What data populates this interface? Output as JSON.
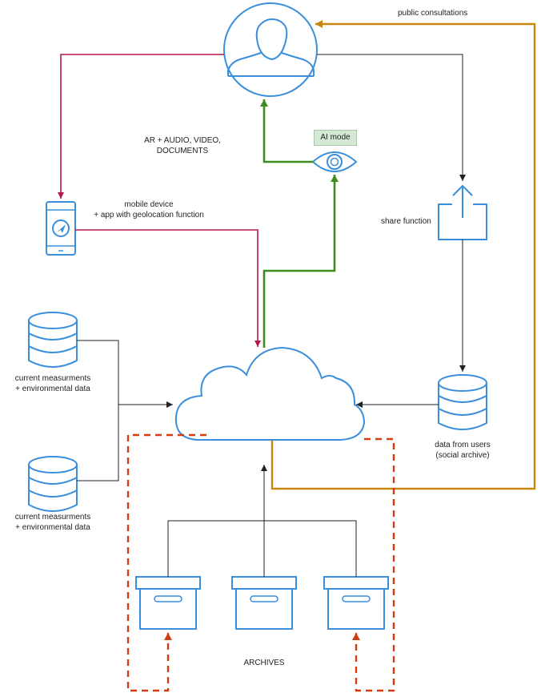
{
  "labels": {
    "public_consultations": "public consultations",
    "ar_audio_line1": "AR + AUDIO, VIDEO,",
    "ar_audio_line2": "DOCUMENTS",
    "ai_mode": "AI mode",
    "mobile_line1": "mobile device",
    "mobile_line2": "+ app with geolocation function",
    "share_function": "share function",
    "measurements_top_line1": "current measurments",
    "measurements_top_line2": "+ environmental data",
    "measurements_bottom_line1": "current measurments",
    "measurements_bottom_line2": "+ environmental data",
    "users_line1": "data from users",
    "users_line2": "(social archive)",
    "archives": "ARCHIVES"
  },
  "icons": {
    "user": "user-icon",
    "eye": "eye-icon",
    "mobile": "mobile-device-icon",
    "share": "share-icon",
    "cloud": "cloud-icon",
    "database": "database-icon",
    "archive_box": "archive-box-icon"
  },
  "colors": {
    "icon_blue": "#3a8fdc",
    "crimson": "#b5174e",
    "green": "#3d8c1e",
    "orange": "#c8860f",
    "red_dashed": "#d43c10",
    "black_line": "#222222",
    "ai_badge_fill": "#d5e8d4"
  }
}
